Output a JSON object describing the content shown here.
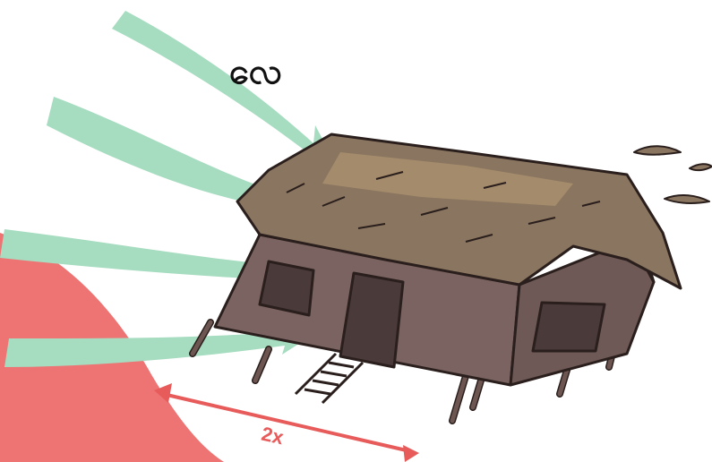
{
  "labels": {
    "wind_word": "လေ",
    "distance_multiplier": "2x"
  },
  "icons": {
    "wind_arrows": "wind-arrow-icon",
    "house": "stilt-house-illustration",
    "distance_arrow": "double-headed-arrow-icon"
  },
  "colors": {
    "wind": "#a6dcc0",
    "zone": "#ee7373",
    "distance": "#e85b5b",
    "wall": "#7a6360",
    "roof": "#8a7560",
    "outline": "#2a1f1c",
    "opening": "#4a3a3a"
  }
}
